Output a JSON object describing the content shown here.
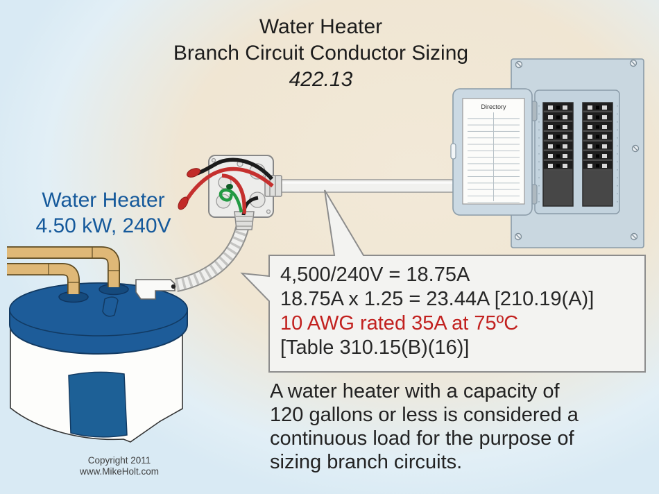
{
  "title": {
    "line1": "Water Heater",
    "line2": "Branch Circuit Conductor Sizing",
    "section": "422.13"
  },
  "water_heater_label": {
    "name": "Water Heater",
    "rating": "4.50 kW, 240V"
  },
  "calculation_callout": {
    "line1": "4,500/240V = 18.75A",
    "line2": "18.75A x 1.25 = 23.44A [210.19(A)]",
    "line3": "10 AWG rated 35A at 75ºC",
    "line4": "[Table 310.15(B)(16)]"
  },
  "note": {
    "line1": "A water heater with a capacity of",
    "line2": "120 gallons or less is considered a",
    "line3": "continuous load for the purpose of",
    "line4": "sizing branch circuits."
  },
  "panel": {
    "directory_label": "Directory"
  },
  "footer": {
    "copyright": "Copyright 2011",
    "website": "www.MikeHolt.com"
  },
  "colors": {
    "background_cream": "#F1E7D5",
    "background_blue": "#DAECF5",
    "label_blue": "#15599B",
    "highlight_red": "#C2211F",
    "tank_blue": "#1D5C99",
    "copper": "#DFB877",
    "panel_gray_blue": "#C9D7E0",
    "callout_fill": "#F3F3F1",
    "wire_red": "#C5302E",
    "wire_green": "#239A44",
    "wire_black": "#1B1B1B"
  }
}
